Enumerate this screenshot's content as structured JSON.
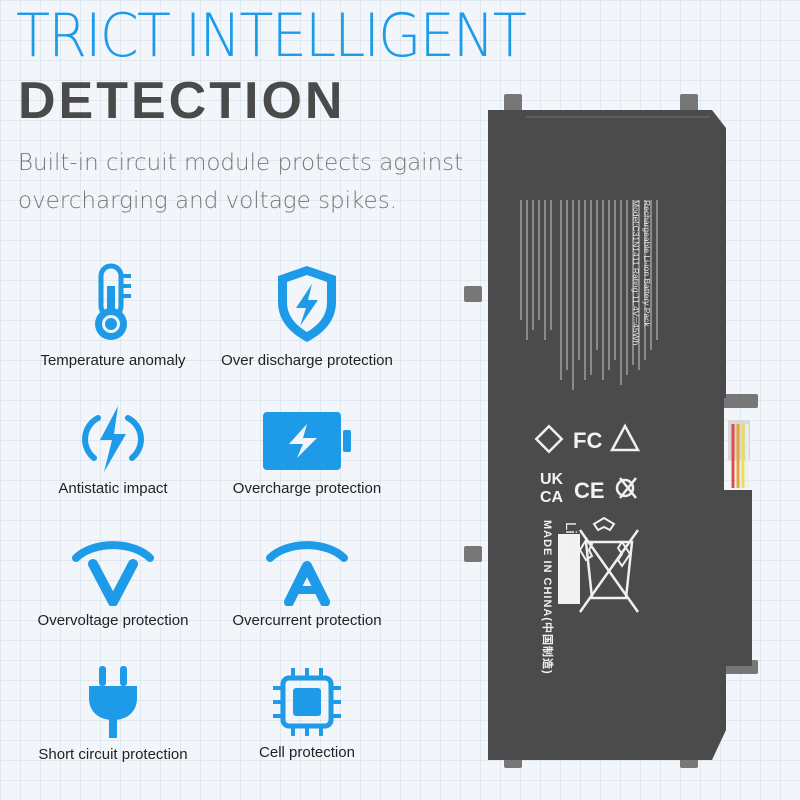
{
  "header": {
    "title_line1": "TRICT INTELLIGENT",
    "title_line2": "DETECTION",
    "subtitle": "Built-in circuit module protects against overcharging and voltage spikes."
  },
  "colors": {
    "accent": "#1e9be8",
    "title_dark": "#4a4a4a",
    "battery": "#4b4b4b"
  },
  "features": [
    {
      "icon": "thermometer-icon",
      "label": "Temperature anomaly"
    },
    {
      "icon": "shield-lightning-icon",
      "label": "Over discharge protection"
    },
    {
      "icon": "lightning-icon",
      "label": "Antistatic impact"
    },
    {
      "icon": "battery-charging-icon",
      "label": "Overcharge protection"
    },
    {
      "icon": "voltage-v-icon",
      "label": "Overvoltage protection"
    },
    {
      "icon": "current-a-icon",
      "label": "Overcurrent protection"
    },
    {
      "icon": "plug-icon",
      "label": "Short circuit protection"
    },
    {
      "icon": "chip-icon",
      "label": "Cell protection"
    }
  ],
  "battery": {
    "line1": "Rechargeable Li-ion Battery Pack",
    "line2": "Model:C31N1411   Rating:11.4V⎓45Wh",
    "made_in": "MADE IN CHINA(中国制造)",
    "chem": "Li-ion",
    "marks": {
      "fc": "FC",
      "ce": "CE",
      "ukca_top": "UK",
      "ukca_bottom": "CA"
    }
  }
}
